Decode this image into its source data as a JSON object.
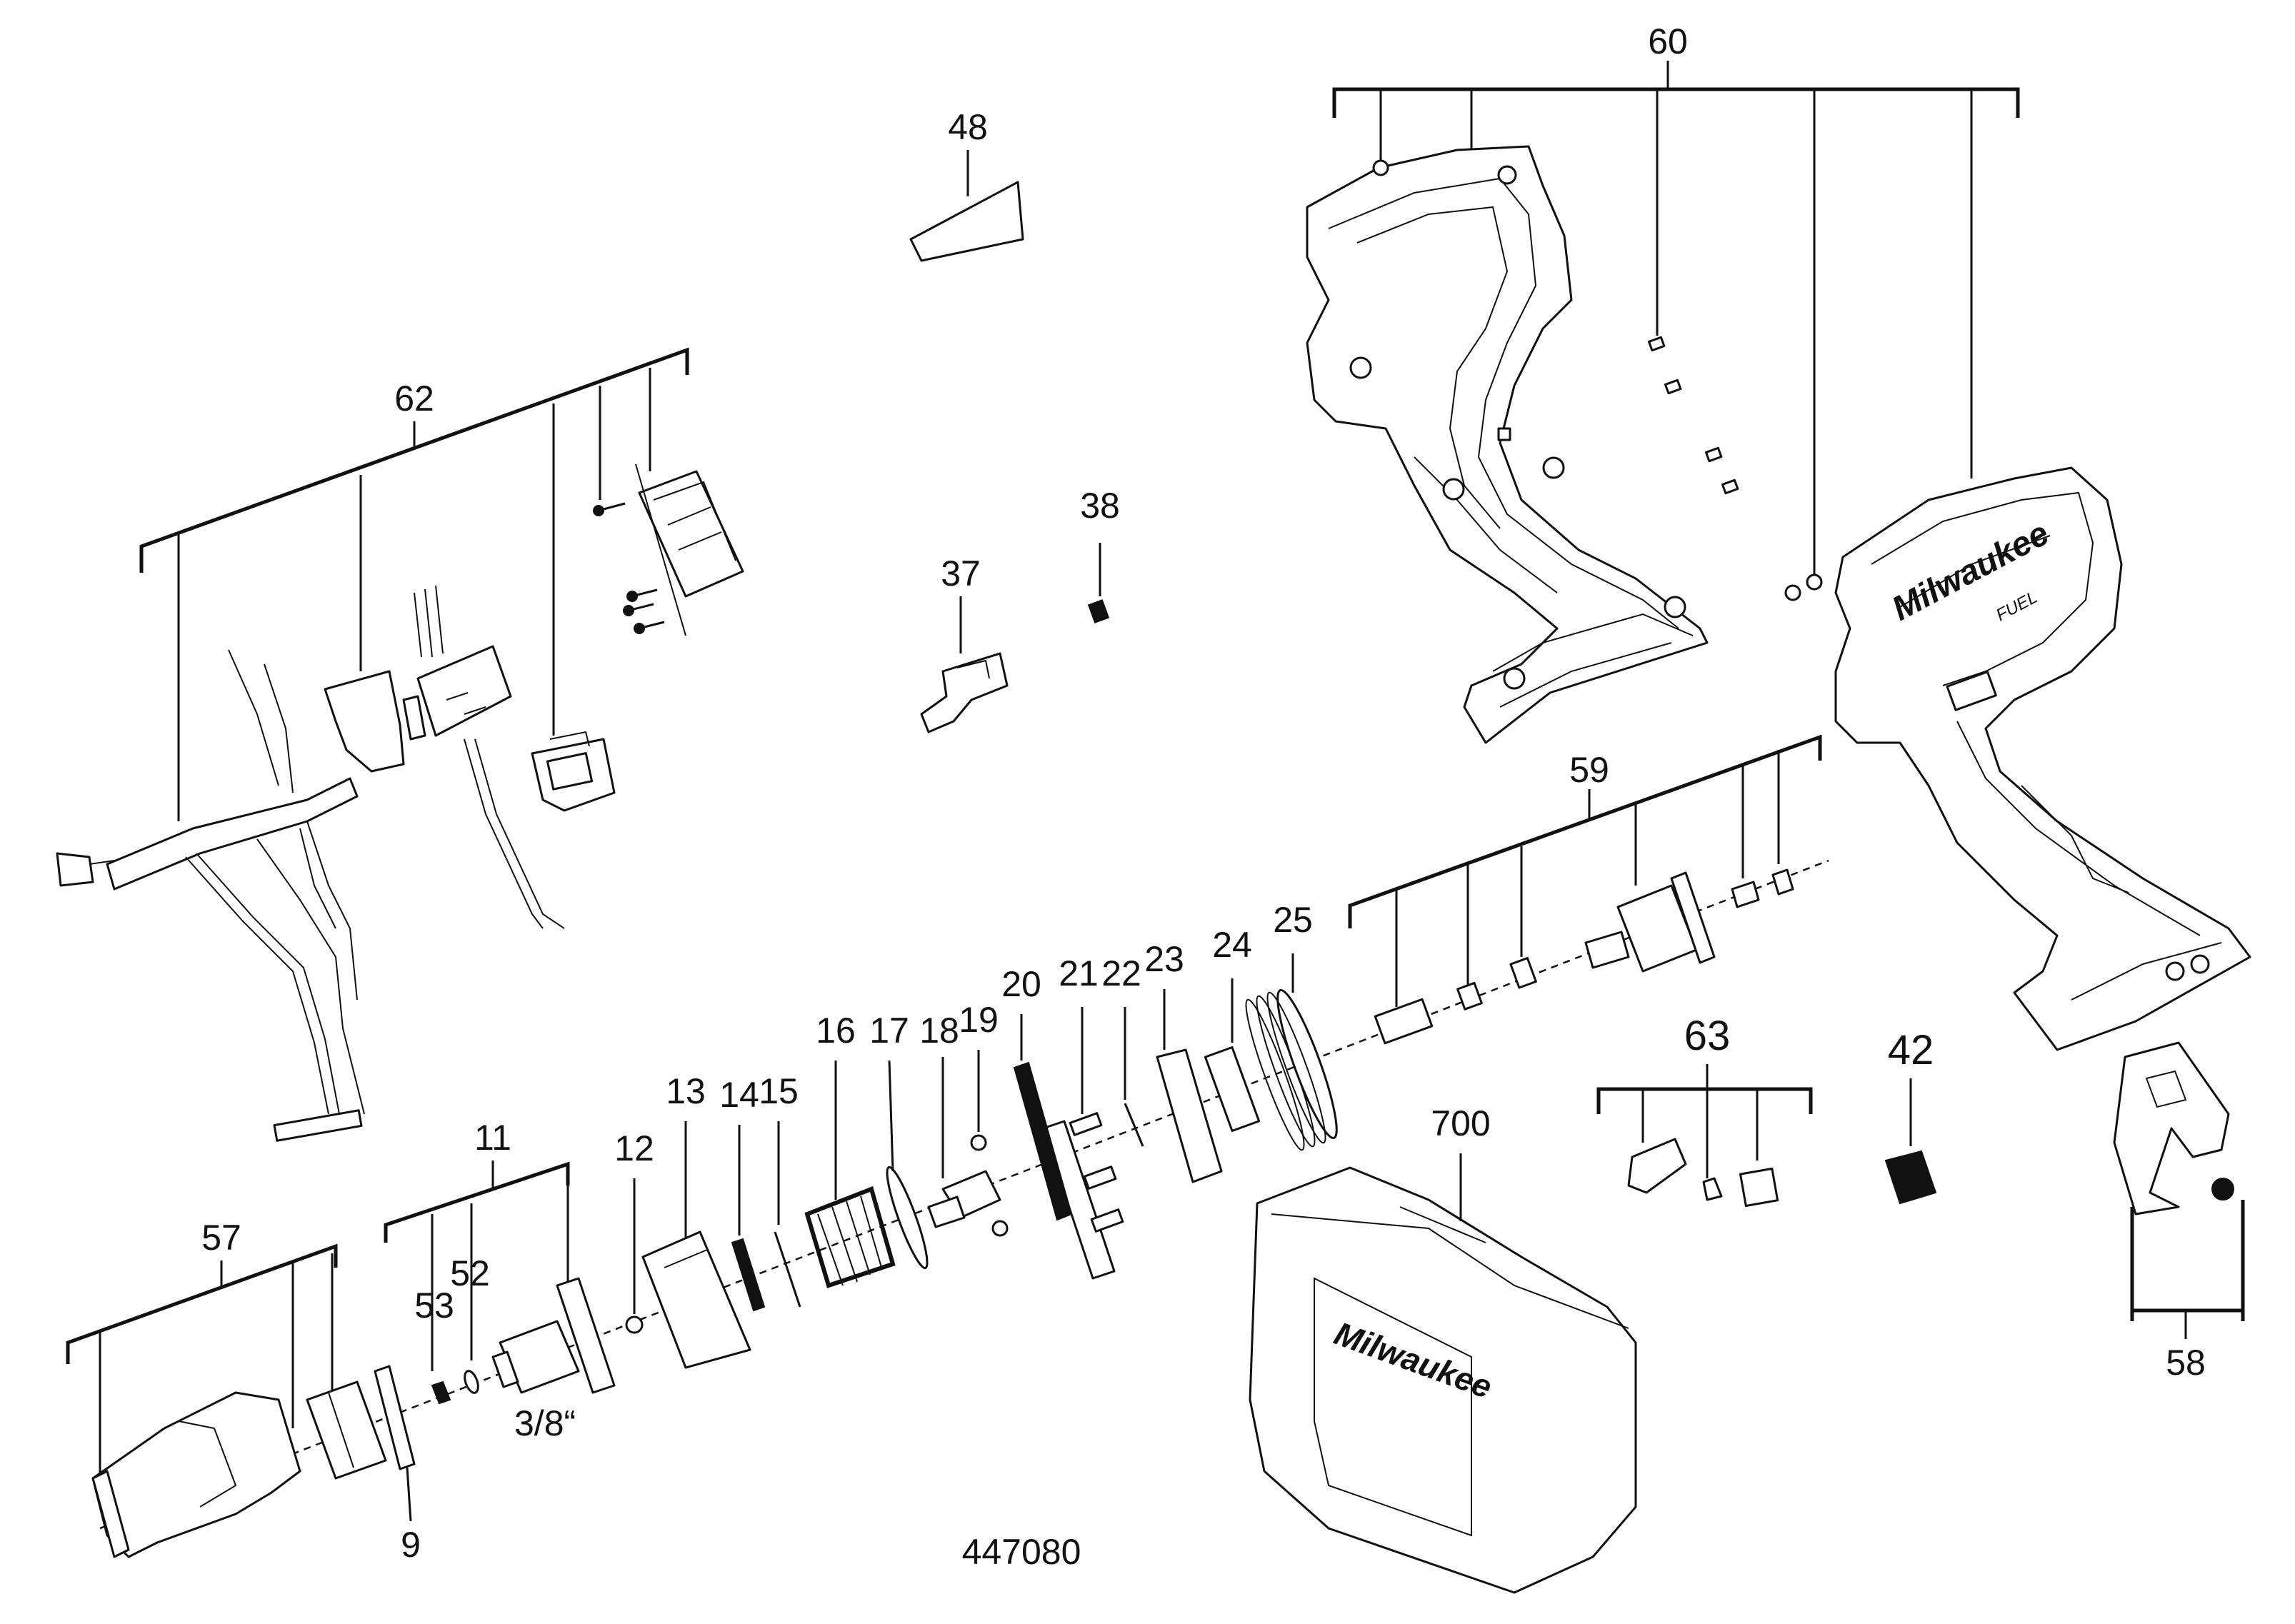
{
  "diagram": {
    "drawing_number": "447080",
    "brand_text": "Milwaukee",
    "fuel_text": "FUEL",
    "size_note": "3/8“",
    "labels": {
      "l9": "9",
      "l11": "11",
      "l12": "12",
      "l13": "13",
      "l14": "14",
      "l15": "15",
      "l16": "16",
      "l17": "17",
      "l18": "18",
      "l19": "19",
      "l20": "20",
      "l21": "21",
      "l22": "22",
      "l23": "23",
      "l24": "24",
      "l25": "25",
      "l37": "37",
      "l38": "38",
      "l42": "42",
      "l48": "48",
      "l52": "52",
      "l53": "53",
      "l57": "57",
      "l58": "58",
      "l59": "59",
      "l60": "60",
      "l62": "62",
      "l63": "63",
      "l700": "700"
    }
  }
}
